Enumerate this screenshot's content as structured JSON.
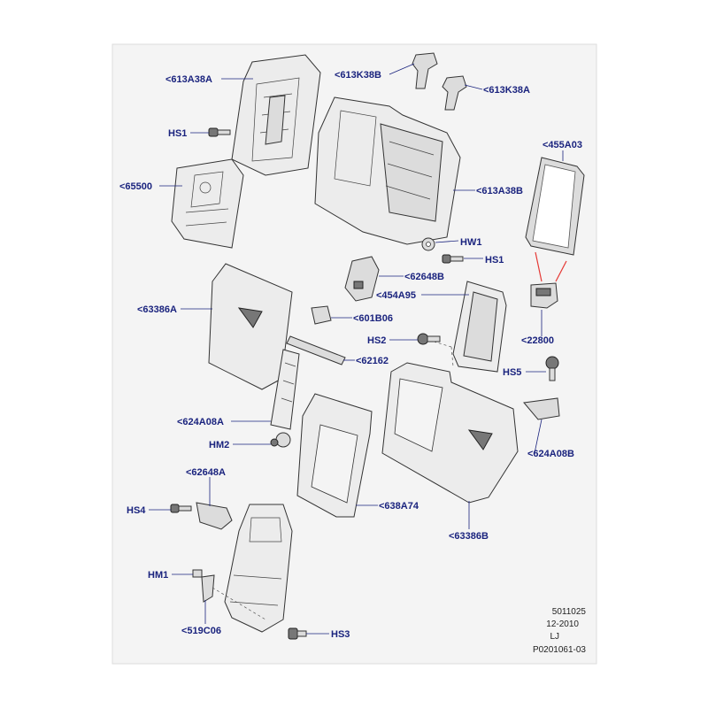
{
  "labels": {
    "p613A38A_top": "<613A38A",
    "p613K38B": "<613K38B",
    "p613K38A": "<613K38A",
    "hs1_a": "HS1",
    "p455A03": "<455A03",
    "p65500": "<65500",
    "p613A38B": "<613A38B",
    "hw1": "HW1",
    "hs1_b": "HS1",
    "p62648B": "<62648B",
    "p454A95": "<454A95",
    "p63386A": "<63386A",
    "p601B06": "<601B06",
    "p22800": "<22800",
    "hs2": "HS2",
    "p62162": "<62162",
    "hs5": "HS5",
    "p624A08A": "<624A08A",
    "p624A08B": "<624A08B",
    "hm2": "HM2",
    "p62648A": "<62648A",
    "hs4": "HS4",
    "p638A74": "<638A74",
    "p63386B": "<63386B",
    "hm1": "HM1",
    "p519C06": "<519C06",
    "hs3": "HS3"
  },
  "footer": {
    "line1": "5011025",
    "line2": "12-2010",
    "line3": "LJ",
    "line4": "P0201061-03"
  },
  "colors": {
    "background": "#ffffff",
    "panel": "#f4f4f4",
    "label": "#1a237e",
    "accent_red": "#e53935"
  }
}
